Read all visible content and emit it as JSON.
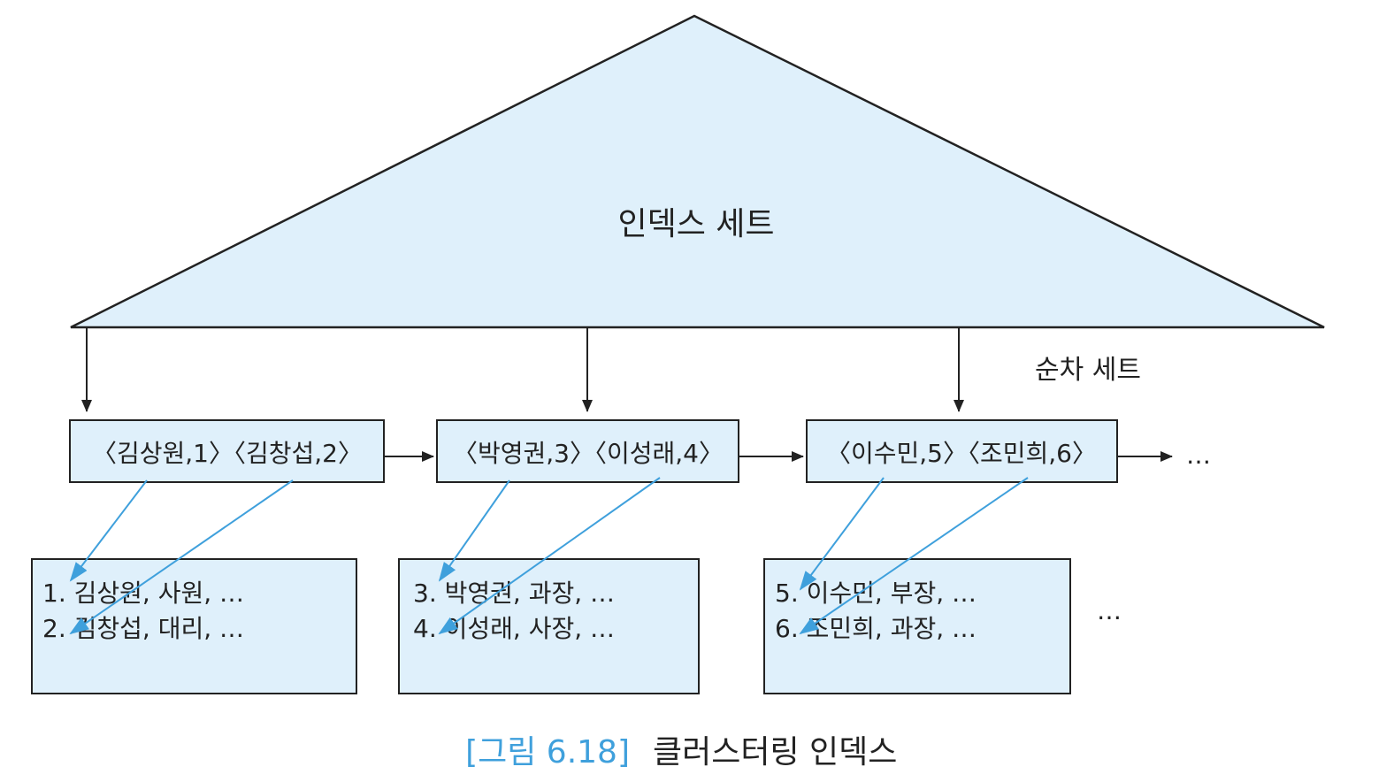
{
  "index_set": {
    "label": "인덱스 세트"
  },
  "sequence_set": {
    "label": "순차 세트"
  },
  "sequence_blocks": [
    {
      "text": "〈김상원,1〉〈김창섭,2〉"
    },
    {
      "text": "〈박영권,3〉〈이성래,4〉"
    },
    {
      "text": "〈이수민,5〉〈조민희,6〉"
    }
  ],
  "sequence_ellipsis": "…",
  "data_blocks": [
    {
      "rows": [
        "1. 김상원, 사원, …",
        "2. 김창섭, 대리, …"
      ]
    },
    {
      "rows": [
        "3. 박영권, 과장, …",
        "4. 이성래, 사장, …"
      ]
    },
    {
      "rows": [
        "5. 이수민, 부장, …",
        "6. 조민희, 과장, …"
      ]
    }
  ],
  "data_ellipsis": "…",
  "caption": {
    "number": "[그림 6.18]",
    "title": "클러스터링 인덱스"
  },
  "colors": {
    "fill": "#dff0fb",
    "stroke": "#222222",
    "pointer": "#3fa0dc",
    "caption_accent": "#3fa0dc"
  }
}
